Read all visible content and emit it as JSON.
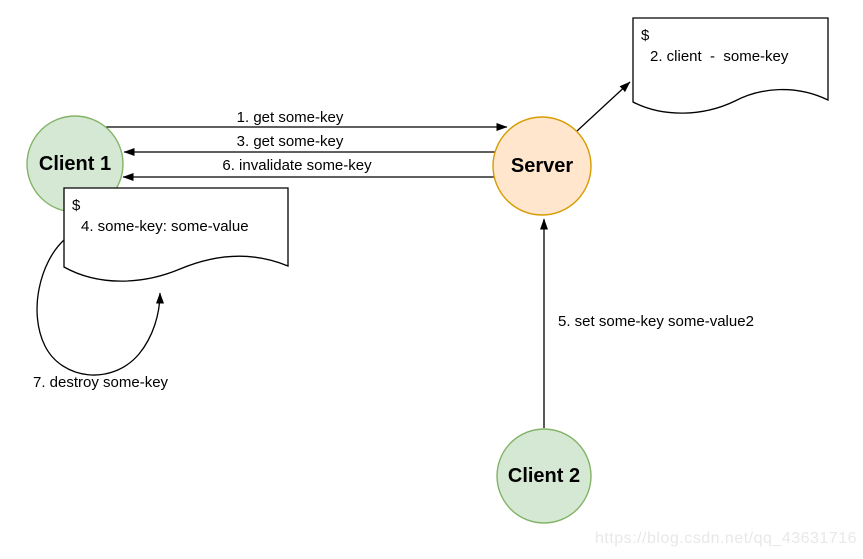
{
  "diagram": {
    "nodes": {
      "client1": {
        "label": "Client 1",
        "fill": "#d5e8d4",
        "stroke": "#82b366"
      },
      "server": {
        "label": "Server",
        "fill": "#ffe6cc",
        "stroke": "#d79b00"
      },
      "client2": {
        "label": "Client 2",
        "fill": "#d5e8d4",
        "stroke": "#82b366"
      }
    },
    "documents": {
      "doc2": {
        "line1": "$",
        "line2": "2. client  -  some-key"
      },
      "doc4": {
        "line1": "$",
        "line2": "4. some-key: some-value"
      }
    },
    "edges": {
      "e1": {
        "label": "1. get some-key"
      },
      "e3": {
        "label": "3. get some-key"
      },
      "e6": {
        "label": "6. invalidate some-key"
      },
      "e5": {
        "label": "5. set some-key some-value2"
      },
      "e7": {
        "label": "7. destroy some-key"
      }
    },
    "line_color": "#000000",
    "watermark": "https://blog.csdn.net/qq_43631716"
  }
}
